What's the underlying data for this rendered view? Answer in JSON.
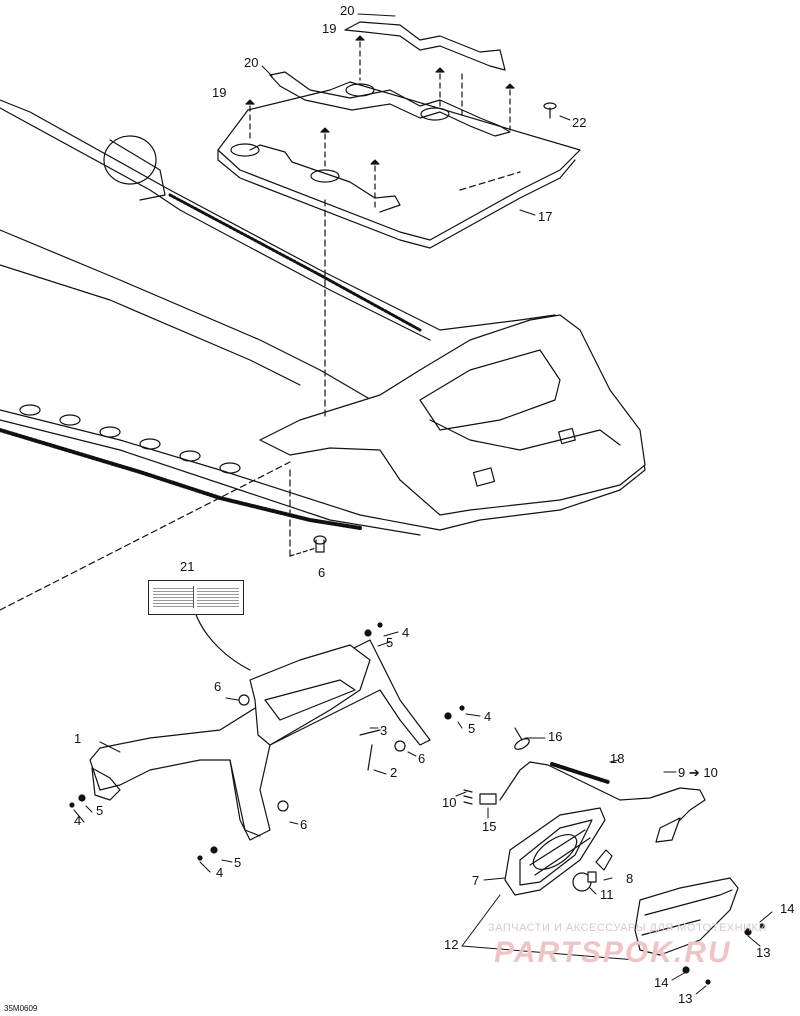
{
  "diagram": {
    "drawing_code": "35M0609",
    "callouts": [
      {
        "id": "c20a",
        "text": "20"
      },
      {
        "id": "c19a",
        "text": "19"
      },
      {
        "id": "c20b",
        "text": "20"
      },
      {
        "id": "c19b",
        "text": "19"
      },
      {
        "id": "c22",
        "text": "22"
      },
      {
        "id": "c17",
        "text": "17"
      },
      {
        "id": "c6a",
        "text": "6"
      },
      {
        "id": "c21",
        "text": "21"
      },
      {
        "id": "c4a",
        "text": "4"
      },
      {
        "id": "c5a",
        "text": "5"
      },
      {
        "id": "c6b",
        "text": "6"
      },
      {
        "id": "c4b",
        "text": "4"
      },
      {
        "id": "c5b",
        "text": "5"
      },
      {
        "id": "c1",
        "text": "1"
      },
      {
        "id": "c3",
        "text": "3"
      },
      {
        "id": "c2",
        "text": "2"
      },
      {
        "id": "c6c",
        "text": "6"
      },
      {
        "id": "c16",
        "text": "16"
      },
      {
        "id": "c18",
        "text": "18"
      },
      {
        "id": "c910",
        "text": "9 ➔ 10"
      },
      {
        "id": "c4c",
        "text": "4"
      },
      {
        "id": "c5c",
        "text": "5"
      },
      {
        "id": "c10",
        "text": "10"
      },
      {
        "id": "c15",
        "text": "15"
      },
      {
        "id": "c6d",
        "text": "6"
      },
      {
        "id": "c5d",
        "text": "5"
      },
      {
        "id": "c4d",
        "text": "4"
      },
      {
        "id": "c7",
        "text": "7"
      },
      {
        "id": "c8",
        "text": "8"
      },
      {
        "id": "c11",
        "text": "11"
      },
      {
        "id": "c14a",
        "text": "14"
      },
      {
        "id": "c12",
        "text": "12"
      },
      {
        "id": "c13a",
        "text": "13"
      },
      {
        "id": "c14b",
        "text": "14"
      },
      {
        "id": "c13b",
        "text": "13"
      }
    ]
  },
  "watermark": {
    "line1": "ЗАПЧАСТИ И АКСЕССУАРЫ ДЛЯ МОТОТЕХНИКИ",
    "line2": "PARTSPOK.RU"
  },
  "colors": {
    "ink": "#111111",
    "watermark": "#f0c4c4"
  }
}
